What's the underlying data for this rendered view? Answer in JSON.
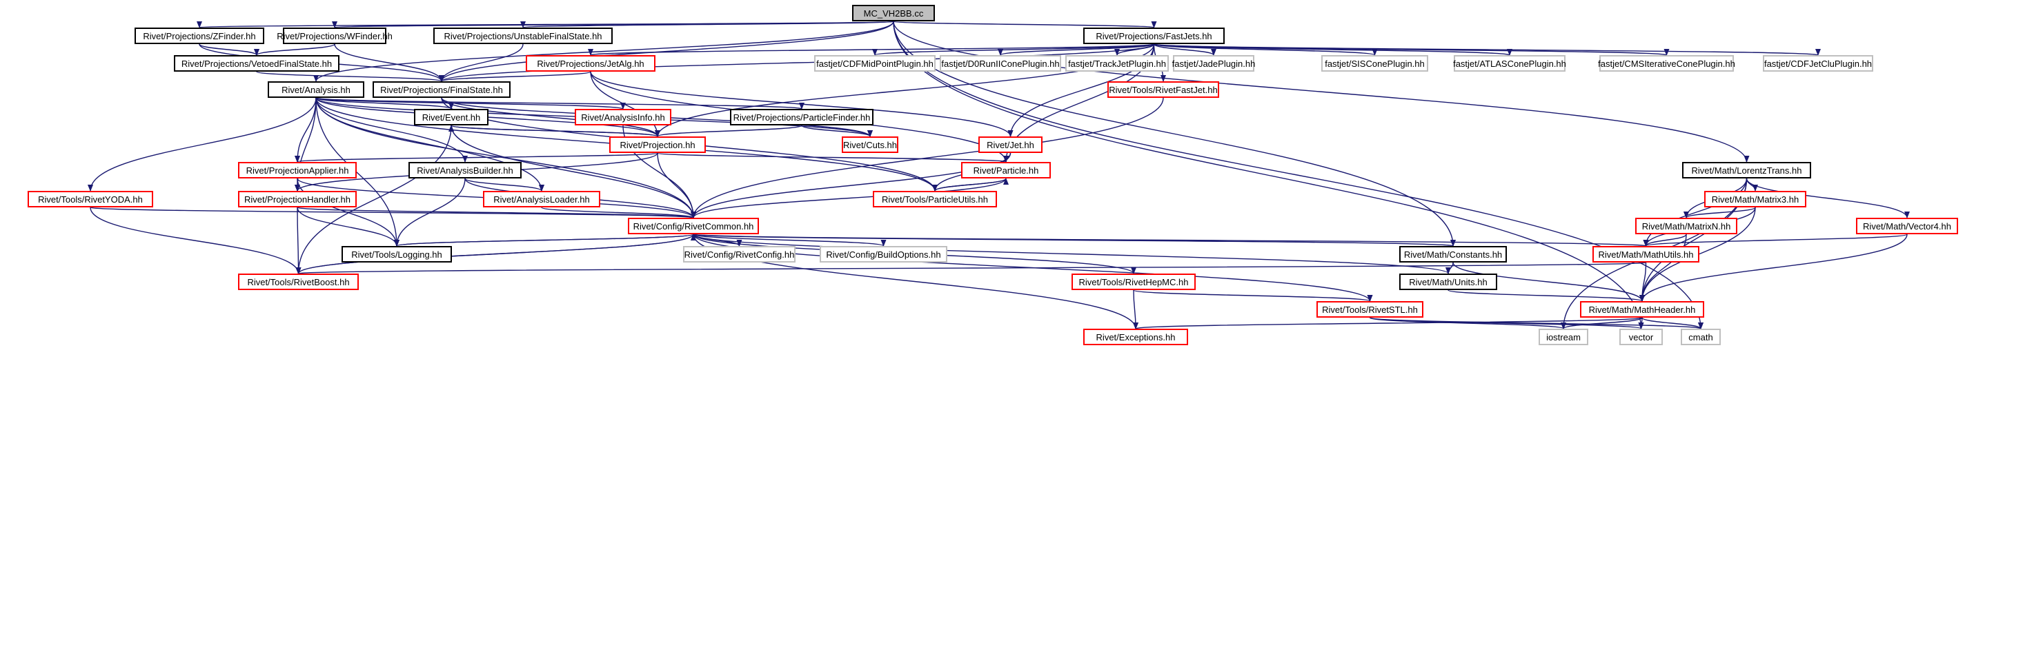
{
  "diagram": {
    "nodes": [
      {
        "id": "root",
        "label": "MC_VH2BB.cc",
        "style": "root"
      },
      {
        "id": "zfinder",
        "label": "Rivet/Projections/ZFinder.hh",
        "style": "black"
      },
      {
        "id": "wfinder",
        "label": "Rivet/Projections/WFinder.hh",
        "style": "black"
      },
      {
        "id": "ufs",
        "label": "Rivet/Projections/UnstableFinalState.hh",
        "style": "black"
      },
      {
        "id": "fastjets",
        "label": "Rivet/Projections/FastJets.hh",
        "style": "black"
      },
      {
        "id": "vfs",
        "label": "Rivet/Projections/VetoedFinalState.hh",
        "style": "black"
      },
      {
        "id": "jetalg",
        "label": "Rivet/Projections/JetAlg.hh",
        "style": "red"
      },
      {
        "id": "cdfmid",
        "label": "fastjet/CDFMidPointPlugin.hh",
        "style": "gray"
      },
      {
        "id": "d0run",
        "label": "fastjet/D0RunIIConePlugin.hh",
        "style": "gray"
      },
      {
        "id": "trackjet",
        "label": "fastjet/TrackJetPlugin.hh",
        "style": "gray"
      },
      {
        "id": "jade",
        "label": "fastjet/JadePlugin.hh",
        "style": "gray"
      },
      {
        "id": "siscone",
        "label": "fastjet/SISConePlugin.hh",
        "style": "gray"
      },
      {
        "id": "atlascone",
        "label": "fastjet/ATLASConePlugin.hh",
        "style": "gray"
      },
      {
        "id": "cmsiter",
        "label": "fastjet/CMSIterativeConePlugin.hh",
        "style": "gray"
      },
      {
        "id": "cdfjetclu",
        "label": "fastjet/CDFJetCluPlugin.hh",
        "style": "gray"
      },
      {
        "id": "analysis",
        "label": "Rivet/Analysis.hh",
        "style": "black"
      },
      {
        "id": "finalstate",
        "label": "Rivet/Projections/FinalState.hh",
        "style": "black"
      },
      {
        "id": "rivetfastjet",
        "label": "Rivet/Tools/RivetFastJet.hh",
        "style": "red"
      },
      {
        "id": "event",
        "label": "Rivet/Event.hh",
        "style": "black"
      },
      {
        "id": "analysisinfo",
        "label": "Rivet/AnalysisInfo.hh",
        "style": "red"
      },
      {
        "id": "particlefinder",
        "label": "Rivet/Projections/ParticleFinder.hh",
        "style": "black"
      },
      {
        "id": "projection",
        "label": "Rivet/Projection.hh",
        "style": "red"
      },
      {
        "id": "cuts",
        "label": "Rivet/Cuts.hh",
        "style": "red"
      },
      {
        "id": "jet",
        "label": "Rivet/Jet.hh",
        "style": "red"
      },
      {
        "id": "projapplier",
        "label": "Rivet/ProjectionApplier.hh",
        "style": "red"
      },
      {
        "id": "anabuilder",
        "label": "Rivet/AnalysisBuilder.hh",
        "style": "black"
      },
      {
        "id": "particle",
        "label": "Rivet/Particle.hh",
        "style": "red"
      },
      {
        "id": "lorentz",
        "label": "Rivet/Math/LorentzTrans.hh",
        "style": "black"
      },
      {
        "id": "rivetyoda",
        "label": "Rivet/Tools/RivetYODA.hh",
        "style": "red"
      },
      {
        "id": "projhandler",
        "label": "Rivet/ProjectionHandler.hh",
        "style": "red"
      },
      {
        "id": "anaload",
        "label": "Rivet/AnalysisLoader.hh",
        "style": "red"
      },
      {
        "id": "particleutils",
        "label": "Rivet/Tools/ParticleUtils.hh",
        "style": "red"
      },
      {
        "id": "matrix3",
        "label": "Rivet/Math/Matrix3.hh",
        "style": "red"
      },
      {
        "id": "rivetcommon",
        "label": "Rivet/Config/RivetCommon.hh",
        "style": "red"
      },
      {
        "id": "matrixn",
        "label": "Rivet/Math/MatrixN.hh",
        "style": "red"
      },
      {
        "id": "vector4",
        "label": "Rivet/Math/Vector4.hh",
        "style": "red"
      },
      {
        "id": "logging",
        "label": "Rivet/Tools/Logging.hh",
        "style": "black"
      },
      {
        "id": "rivetconfig",
        "label": "Rivet/Config/RivetConfig.hh",
        "style": "gray"
      },
      {
        "id": "buildopts",
        "label": "Rivet/Config/BuildOptions.hh",
        "style": "gray"
      },
      {
        "id": "constants",
        "label": "Rivet/Math/Constants.hh",
        "style": "black"
      },
      {
        "id": "mathutils",
        "label": "Rivet/Math/MathUtils.hh",
        "style": "red"
      },
      {
        "id": "rivetboost",
        "label": "Rivet/Tools/RivetBoost.hh",
        "style": "red"
      },
      {
        "id": "rivethepmc",
        "label": "Rivet/Tools/RivetHepMC.hh",
        "style": "red"
      },
      {
        "id": "units",
        "label": "Rivet/Math/Units.hh",
        "style": "black"
      },
      {
        "id": "rivetstl",
        "label": "Rivet/Tools/RivetSTL.hh",
        "style": "red"
      },
      {
        "id": "mathheader",
        "label": "Rivet/Math/MathHeader.hh",
        "style": "red"
      },
      {
        "id": "exceptions",
        "label": "Rivet/Exceptions.hh",
        "style": "red"
      },
      {
        "id": "iostream",
        "label": "iostream",
        "style": "gray"
      },
      {
        "id": "vector",
        "label": "vector",
        "style": "gray"
      },
      {
        "id": "cmath",
        "label": "cmath",
        "style": "gray"
      }
    ],
    "edges": [
      [
        "root",
        "zfinder"
      ],
      [
        "root",
        "wfinder"
      ],
      [
        "root",
        "ufs"
      ],
      [
        "root",
        "fastjets"
      ],
      [
        "root",
        "analysis"
      ],
      [
        "root",
        "finalstate"
      ],
      [
        "root",
        "lorentz"
      ],
      [
        "root",
        "constants"
      ],
      [
        "root",
        "vector"
      ],
      [
        "root",
        "cmath"
      ],
      [
        "zfinder",
        "vfs"
      ],
      [
        "zfinder",
        "finalstate"
      ],
      [
        "wfinder",
        "vfs"
      ],
      [
        "wfinder",
        "finalstate"
      ],
      [
        "ufs",
        "finalstate"
      ],
      [
        "vfs",
        "finalstate"
      ],
      [
        "fastjets",
        "jetalg"
      ],
      [
        "fastjets",
        "cdfmid"
      ],
      [
        "fastjets",
        "d0run"
      ],
      [
        "fastjets",
        "trackjet"
      ],
      [
        "fastjets",
        "jade"
      ],
      [
        "fastjets",
        "siscone"
      ],
      [
        "fastjets",
        "atlascone"
      ],
      [
        "fastjets",
        "cmsiter"
      ],
      [
        "fastjets",
        "cdfjetclu"
      ],
      [
        "fastjets",
        "rivetfastjet"
      ],
      [
        "fastjets",
        "finalstate"
      ],
      [
        "fastjets",
        "projection"
      ],
      [
        "fastjets",
        "jet"
      ],
      [
        "fastjets",
        "particle"
      ],
      [
        "jetalg",
        "finalstate"
      ],
      [
        "jetalg",
        "projection"
      ],
      [
        "jetalg",
        "jet"
      ],
      [
        "jetalg",
        "particle"
      ],
      [
        "finalstate",
        "cuts"
      ],
      [
        "finalstate",
        "projection"
      ],
      [
        "finalstate",
        "particleutils"
      ],
      [
        "rivetfastjet",
        "rivetcommon"
      ],
      [
        "analysis",
        "event"
      ],
      [
        "analysis",
        "analysisinfo"
      ],
      [
        "analysis",
        "particlefinder"
      ],
      [
        "analysis",
        "projection"
      ],
      [
        "analysis",
        "projapplier"
      ],
      [
        "analysis",
        "anabuilder"
      ],
      [
        "analysis",
        "rivetyoda"
      ],
      [
        "analysis",
        "projhandler"
      ],
      [
        "analysis",
        "anaload"
      ],
      [
        "analysis",
        "rivetcommon"
      ],
      [
        "analysis",
        "logging"
      ],
      [
        "analysis",
        "cuts"
      ],
      [
        "analysis",
        "particleutils"
      ],
      [
        "event",
        "projection"
      ],
      [
        "event",
        "rivetcommon"
      ],
      [
        "event",
        "rivetboost"
      ],
      [
        "analysisinfo",
        "rivetcommon"
      ],
      [
        "particlefinder",
        "projection"
      ],
      [
        "particlefinder",
        "cuts"
      ],
      [
        "projection",
        "event"
      ],
      [
        "projection",
        "projapplier"
      ],
      [
        "projection",
        "projhandler"
      ],
      [
        "projection",
        "rivetcommon"
      ],
      [
        "projection",
        "particle"
      ],
      [
        "jet",
        "particle"
      ],
      [
        "jet",
        "particleutils"
      ],
      [
        "jet",
        "rivetcommon"
      ],
      [
        "projapplier",
        "projhandler"
      ],
      [
        "projapplier",
        "logging"
      ],
      [
        "projapplier",
        "rivetcommon"
      ],
      [
        "anabuilder",
        "anaload"
      ],
      [
        "anabuilder",
        "logging"
      ],
      [
        "anabuilder",
        "rivetcommon"
      ],
      [
        "particle",
        "particleutils"
      ],
      [
        "particle",
        "rivetcommon"
      ],
      [
        "particleutils",
        "particle"
      ],
      [
        "rivetyoda",
        "rivetcommon"
      ],
      [
        "rivetyoda",
        "rivetboost"
      ],
      [
        "projhandler",
        "rivetcommon"
      ],
      [
        "projhandler",
        "logging"
      ],
      [
        "projhandler",
        "rivetboost"
      ],
      [
        "anaload",
        "rivetcommon"
      ],
      [
        "lorentz",
        "matrix3"
      ],
      [
        "lorentz",
        "matrixn"
      ],
      [
        "lorentz",
        "mathutils"
      ],
      [
        "lorentz",
        "vector4"
      ],
      [
        "lorentz",
        "mathheader"
      ],
      [
        "lorentz",
        "iostream"
      ],
      [
        "matrix3",
        "matrixn"
      ],
      [
        "matrix3",
        "mathutils"
      ],
      [
        "matrix3",
        "mathheader"
      ],
      [
        "matrixn",
        "mathutils"
      ],
      [
        "matrixn",
        "mathheader"
      ],
      [
        "vector4",
        "mathutils"
      ],
      [
        "vector4",
        "mathheader"
      ],
      [
        "rivetcommon",
        "logging"
      ],
      [
        "rivetcommon",
        "rivetconfig"
      ],
      [
        "rivetcommon",
        "buildopts"
      ],
      [
        "rivetcommon",
        "constants"
      ],
      [
        "rivetcommon",
        "mathutils"
      ],
      [
        "rivetcommon",
        "rivetboost"
      ],
      [
        "rivetcommon",
        "rivethepmc"
      ],
      [
        "rivetcommon",
        "units"
      ],
      [
        "rivetcommon",
        "rivetstl"
      ],
      [
        "rivetcommon",
        "exceptions"
      ],
      [
        "logging",
        "rivetcommon"
      ],
      [
        "rivetboost",
        "rivetcommon"
      ],
      [
        "constants",
        "units"
      ],
      [
        "constants",
        "mathheader"
      ],
      [
        "mathutils",
        "mathheader"
      ],
      [
        "mathutils",
        "rivetboost"
      ],
      [
        "rivethepmc",
        "rivetstl"
      ],
      [
        "rivethepmc",
        "exceptions"
      ],
      [
        "units",
        "mathheader"
      ],
      [
        "rivetstl",
        "iostream"
      ],
      [
        "rivetstl",
        "vector"
      ],
      [
        "rivetstl",
        "cmath"
      ],
      [
        "mathheader",
        "exceptions"
      ],
      [
        "mathheader",
        "iostream"
      ],
      [
        "mathheader",
        "vector"
      ],
      [
        "mathheader",
        "cmath"
      ]
    ]
  }
}
